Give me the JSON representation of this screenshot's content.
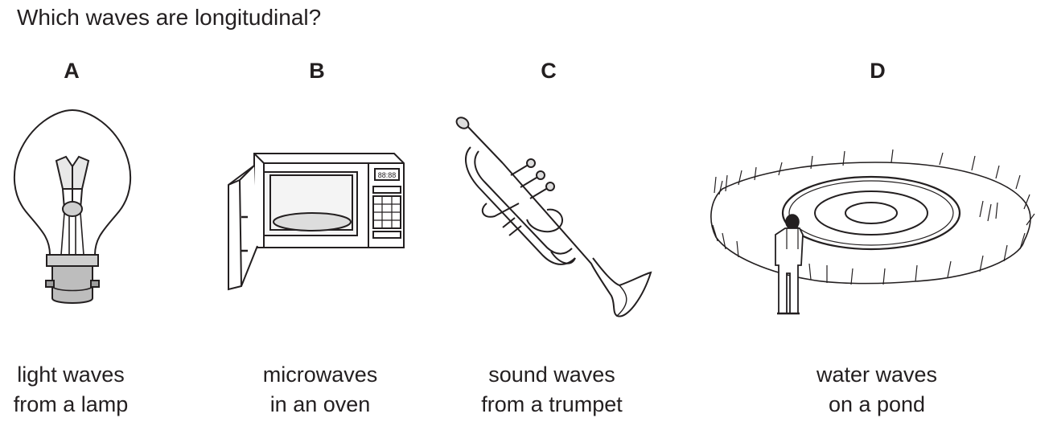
{
  "question": "Which waves are longitudinal?",
  "options": [
    {
      "letter": "A",
      "line1": "light waves",
      "line2": "from a lamp",
      "icon": "light-bulb-icon"
    },
    {
      "letter": "B",
      "line1": "microwaves",
      "line2": "in an oven",
      "icon": "microwave-oven-icon"
    },
    {
      "letter": "C",
      "line1": "sound waves",
      "line2": "from a trumpet",
      "icon": "trumpet-icon"
    },
    {
      "letter": "D",
      "line1": "water waves",
      "line2": "on a pond",
      "icon": "pond-ripples-icon"
    }
  ],
  "oven_display": "88:88"
}
